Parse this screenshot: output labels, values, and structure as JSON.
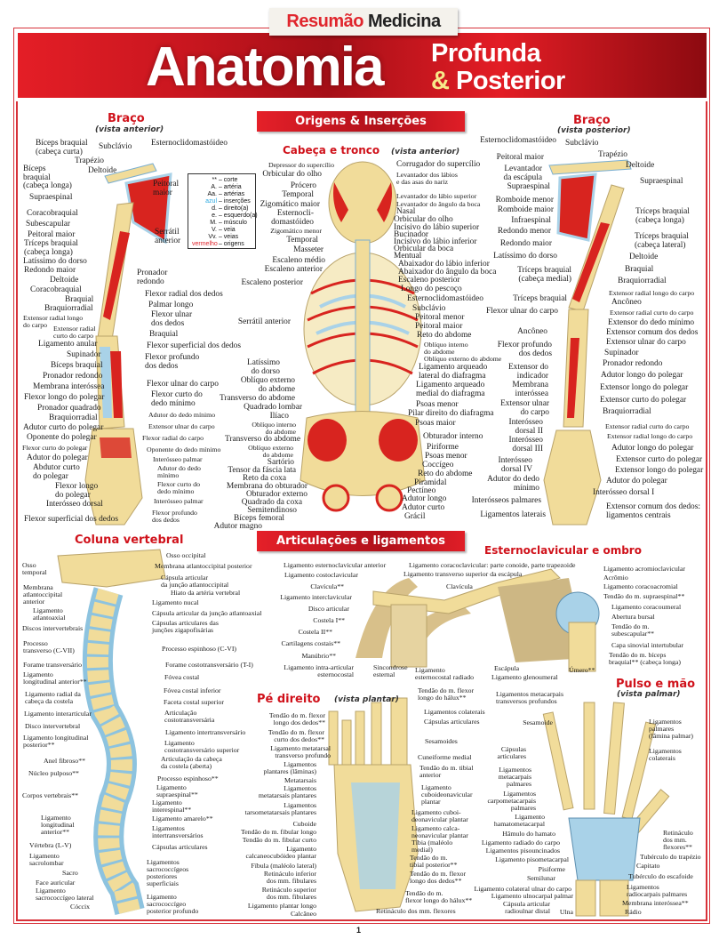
{
  "header": {
    "badge_red": "Resumão",
    "badge_black": "Medicina",
    "title": "Anatomia",
    "subtitle_1": "Profunda",
    "subtitle_amp": "&",
    "subtitle_2": "Posterior"
  },
  "banners": {
    "origins": "Origens & Inserções",
    "joints": "Articulações e ligamentos"
  },
  "legend": [
    {
      "key": "**",
      "value": "corte"
    },
    {
      "key": "A.",
      "value": "artéria"
    },
    {
      "key": "Aa.",
      "value": "artérias"
    },
    {
      "key": "azul",
      "value": "inserções",
      "color": "#29a8e0"
    },
    {
      "key": "d.",
      "value": "direito(a)"
    },
    {
      "key": "e.",
      "value": "esquerdo(a)"
    },
    {
      "key": "M.",
      "value": "músculo"
    },
    {
      "key": "V.",
      "value": "veia"
    },
    {
      "key": "Vv.",
      "value": "veias"
    },
    {
      "key": "vermelho",
      "value": "origens",
      "color": "#e0262d"
    }
  ],
  "colors": {
    "origins": "#d8241f",
    "insertions": "#a9d2e8",
    "bone": "#f1dc9a",
    "accent": "#d0121b"
  },
  "page_number": "1",
  "sections": {
    "arm_anterior": {
      "title": "Braço",
      "subtitle": "(vista anterior)",
      "labels": [
        "Bíceps braquial\n(cabeça curta)",
        "Subclávio",
        "Esternoclidomastóideo",
        "Trapézio",
        "Deltoide",
        "Bíceps\nbraquial\n(cabeça longa)",
        "Peitoral\nmaior",
        "Supraespinal",
        "Coracobraquial",
        "Subescapular",
        "Peitoral maior",
        "Tríceps braquial\n(cabeça longa)",
        "Serrátil\nanterior",
        "Latíssimo do dorso",
        "Redondo maior",
        "Deltoide",
        "Coracobraquial",
        "Braquial",
        "Braquiorradial",
        "Extensor radial longo\ndo carpo",
        "Extensor radial\ncurto do carpo",
        "Ligamento anular",
        "Supinador",
        "Bíceps braquial",
        "Pronador redondo",
        "Membrana interóssea",
        "Flexor longo do polegar",
        "Pronador quadrado",
        "Braquiorradial",
        "Adutor curto do polegar",
        "Oponente do polegar",
        "Flexor curto do polegar",
        "Adutor do polegar",
        "Abdutor curto\ndo polegar",
        "Flexor longo\ndo polegar",
        "Interósseo dorsal",
        "Flexor superficial dos dedos",
        "Pronador\nredondo",
        "Flexor radial dos dedos",
        "Palmar longo",
        "Flexor ulnar\ndos dedos",
        "Braquial",
        "Flexor superficial dos dedos",
        "Flexor profundo\ndos dedos",
        "Flexor ulnar do carpo",
        "Flexor curto do\ndedo mínimo",
        "Adutor do dedo mínimo",
        "Extensor ulnar do carpo",
        "Flexor radial do carpo",
        "Oponente do dedo mínimo",
        "Interósseo palmar",
        "Adutor do dedo\nmínimo",
        "Flexor curto do\ndedo mínimo",
        "Interósseo palmar",
        "Flexor profundo\ndos dedos"
      ]
    },
    "head_trunk": {
      "title": "Cabeça e tronco",
      "subtitle": "(vista anterior)",
      "labels": [
        "Depressor do supercílio",
        "Orbicular do olho",
        "Prócero",
        "Temporal",
        "Zigomático maior",
        "Esternocli-\ndomastóideo",
        "Zigomático menor",
        "Temporal",
        "Masseter",
        "Escaleno médio",
        "Escaleno anterior",
        "Escaleno posterior",
        "Serrátil anterior",
        "Latíssimo\ndo dorso",
        "Oblíquo externo\ndo abdome",
        "Transverso do abdome",
        "Quadrado lombar",
        "Ilíaco",
        "Oblíquo interno\ndo abdome",
        "Transverso do abdome",
        "Oblíquo externo\ndo abdome",
        "Sartório",
        "Tensor da fáscia lata",
        "Reto da coxa",
        "Membrana do obturador",
        "Obturador externo",
        "Quadrado da coxa",
        "Semitendinoso",
        "Bíceps femoral",
        "Adutor magno",
        "Corrugador do supercílio",
        "Levantador dos lábios\ne das asas do nariz",
        "Levantador do lábio superior",
        "Levantador do ângulo da boca",
        "Nasal",
        "Orbicular do olho",
        "Incisivo do lábio superior",
        "Bucinador",
        "Incisivo do lábio inferior",
        "Orbicular da boca",
        "Mentual",
        "Abaixador do lábio inferior",
        "Abaixador do ângulo da boca",
        "Escaleno posterior",
        "Longo do pescoço",
        "Esternoclidomastóideo",
        "Subclávio",
        "Peitoral menor",
        "Peitoral maior",
        "Reto do abdome",
        "Oblíquo interno\ndo abdome",
        "Oblíquo externo do abdome",
        "Ligamento arqueado\nlateral do diafragma",
        "Ligamento arqueado\nmedial do diafragma",
        "Psoas menor",
        "Pilar direito do diafragma",
        "Psoas maior",
        "Obturador interno",
        "Piriforme",
        "Psoas menor",
        "Coccígeo",
        "Reto do abdome",
        "Piramidal",
        "Pectíneo",
        "Adutor longo",
        "Adutor curto",
        "Grácil"
      ]
    },
    "arm_posterior": {
      "title": "Braço",
      "subtitle": "(vista posterior)",
      "labels": [
        "Esternoclidomastóideo",
        "Subclávio",
        "Trapézio",
        "Peitoral maior",
        "Deltoide",
        "Levantador\nda escápula",
        "Supraespinal",
        "Supraespinal",
        "Romboide menor",
        "Romboide maior",
        "Infraespinal",
        "Redondo menor",
        "Redondo maior",
        "Latíssimo do dorso",
        "Tríceps braquial\n(cabeça medial)",
        "Tríceps braquial",
        "Flexor ulnar do carpo",
        "Ancôneo",
        "Flexor profundo\ndos dedos",
        "Extensor do\nindicador",
        "Membrana\ninteróssea",
        "Extensor ulnar\ndo carpo",
        "Interósseo\ndorsal II",
        "Interósseo\ndorsal III",
        "Interósseo\ndorsal IV",
        "Adutor do dedo\nmínimo",
        "Interósseos palmares",
        "Ligamentos laterais",
        "Tríceps braquial\n(cabeça longa)",
        "Tríceps braquial\n(cabeça lateral)",
        "Deltoide",
        "Braquial",
        "Braquiorradial",
        "Extensor radial longo do carpo",
        "Ancôneo",
        "Extensor radial curto do carpo",
        "Extensor do dedo mínimo",
        "Extensor comum dos dedos",
        "Extensor ulnar do carpo",
        "Supinador",
        "Pronador redondo",
        "Adutor longo do polegar",
        "Extensor longo do polegar",
        "Extensor curto do polegar",
        "Braquiorradial",
        "Extensor radial curto do carpo",
        "Extensor radial longo do carpo",
        "Adutor longo do polegar",
        "Extensor curto do polegar",
        "Extensor longo do polegar",
        "Adutor do polegar",
        "Interósseo dorsal I",
        "Extensor comum dos dedos:\nligamentos centrais"
      ]
    },
    "spine": {
      "title": "Coluna vertebral",
      "labels": [
        "Osso\ntemporal",
        "Membrana\natlantoccipital\nanterior",
        "Ligamento\natlantoaxial",
        "Discos intervertebrais",
        "Processo\ntransverso (C-VII)",
        "Forame transversário",
        "Ligamento\nlongitudinal anterior**",
        "Ligamento radial da\ncabeça da costela",
        "Ligamento interarticular",
        "Disco intervertebral",
        "Ligamento longitudinal\nposterior**",
        "Anel fibroso**",
        "Núcleo pulposo**",
        "Corpos vertebrais**",
        "Ligamento\nlongitudinal\nanterior**",
        "Vértebra (L-V)",
        "Ligamento\nsacrolombar",
        "Sacro",
        "Face auricular",
        "Ligamento\nsacrococcígeo lateral",
        "Cóccix",
        "Osso occipital",
        "Membrana atlantoccipital posterior",
        "Cápsula articular\nda junção atlantoccipital",
        "Hiato da artéria vertebral",
        "Ligamento nucal",
        "Cápsula articular da junção atlantoaxial",
        "Cápsulas articulares das\njunções zigapofisárias",
        "Processo espinhoso (C-VI)",
        "Forame costotransversário (T-I)",
        "Fóvea costal",
        "Fóvea costal inferior",
        "Faceta costal superior",
        "Articulação\ncostotransversária",
        "Ligamento intertransversário",
        "Ligamento\ncostotransversário superior",
        "Articulação da cabeça\nda costela (aberta)",
        "Processo espinhoso**",
        "Ligamento\nsupraespinal**",
        "Ligamento\ninterespinal**",
        "Ligamento amarelo**",
        "Ligamentos\nintertransversários",
        "Cápsulas articulares",
        "Ligamentos\nsacrococcígeos\nposteriores\nsuperficiais",
        "Ligamento\nsacrococcígeo\nposterior profundo"
      ]
    },
    "sternoclavicular_shoulder": {
      "title": "Esternoclavicular e ombro",
      "labels": [
        "Ligamento esternoclavicular anterior",
        "Ligamento costoclavicular",
        "Clavícula**",
        "Ligamento interclavicular",
        "Disco articular",
        "Costela I**",
        "Costela II**",
        "Cartilagens costais**",
        "Manúbrio**",
        "Ligamento intra-articular\nesternocostal",
        "Sincondrose\nesternal",
        "Ligamento\nesternocostal radiado",
        "Escápula",
        "Ligamento glenoumeral",
        "Úmero**",
        "Ligamento coracoclavicular: parte conoide, parte trapezoide",
        "Ligamento transverso superior da escápula",
        "Clavícula",
        "Ligamento acromioclavicular",
        "Acrômio",
        "Ligamento coracoacromial",
        "Tendão do m. supraespinal**",
        "Ligamento coracoumeral",
        "Abertura bursal",
        "Tendão do m.\nsubescapular**",
        "Capa sinovial intertubular",
        "Tendão do m. bíceps\nbraquial** (cabeça longa)"
      ]
    },
    "right_foot": {
      "title": "Pé direito",
      "subtitle": "(vista plantar)",
      "labels": [
        "Tendão do m. flexor\nlongo dos dedos**",
        "Tendão do m. flexor\ncurto dos dedos**",
        "Ligamento metatarsal\ntransverso profundo",
        "Ligamentos\nplantares (lâminas)",
        "Metatarsais",
        "Ligamentos\nmetatarsais plantares",
        "Ligamentos\ntarsometatarsais plantares",
        "Cuboide",
        "Tendão do m. fibular longo",
        "Tendão do m. fibular curto",
        "Ligamento\ncalcaneocubóideo plantar",
        "Fíbula (maléolo lateral)",
        "Retináculo inferior\ndos mm. fibulares",
        "Retináculo superior\ndos mm. fibulares",
        "Ligamento plantar longo",
        "Calcâneo",
        "Tendão do m. flexor\nlongo do hálux**",
        "Ligamentos colaterais",
        "Cápsulas articulares",
        "Sesamoides",
        "Cuneiforme medial",
        "Tendão do m. tibial\nanterior",
        "Ligamento\ncuboideonavicular\nplantar",
        "Ligamento cuboi-\ndeonavicular plantar",
        "Ligamento calca-\nneonavicular plantar",
        "Tíbia (maléolo\nmedial)",
        "Tendão do m.\ntibial posterior**",
        "Tendão do m. flexor\nlongo dos dedos**",
        "Tendão do m.\nflexor longo do hálux**",
        "Retináculo dos mm. flexores"
      ]
    },
    "wrist_hand": {
      "title": "Pulso e mão",
      "subtitle": "(vista palmar)",
      "labels": [
        "Ligamentos metacarpais\ntransversos profundos",
        "Sesamoide",
        "Ligamentos\npalmares\n(lâmina palmar)",
        "Cápsulas\narticulares",
        "Ligamentos\ncolaterais",
        "Ligamentos\nmetacarpais\npalmares",
        "Ligamentos\ncarpometacarpais\npalmares",
        "Ligamento\nhamatometacarpal",
        "Hâmulo do hamato",
        "Ligamento radiado do carpo",
        "Ligamentos pisouncinados",
        "Ligamento pisometacarpal",
        "Pisiforme",
        "Semilunar",
        "Ligamento colateral ulnar do carpo",
        "Ligamento ulnocarpal palmar",
        "Cápsula articular\nradioulnar distal",
        "Ulna",
        "Retináculo\ndos mm.\nflexores**",
        "Tubérculo do trapézio",
        "Capitato",
        "Tubérculo do escafoide",
        "Ligamentos\nradiocarpais palmares",
        "Membrana interóssea**",
        "Rádio"
      ]
    }
  }
}
